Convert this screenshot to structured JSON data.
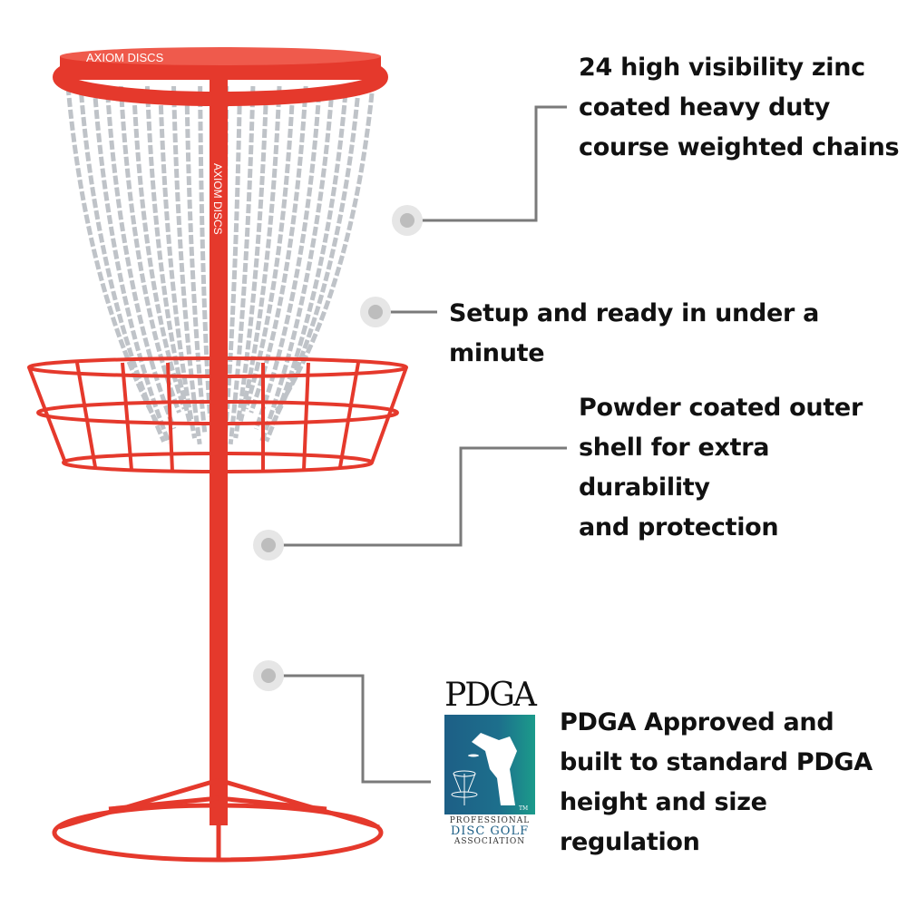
{
  "product": {
    "brand_text": "AXIOM DISCS",
    "colors": {
      "frame": "#e5392c",
      "chain": "#c9ccd0",
      "connector": "#777777",
      "pdga_blue": "#1d5f86",
      "pdga_teal": "#1b9b8b"
    }
  },
  "features": [
    {
      "lines": [
        "24 high visibility zinc",
        "coated heavy duty",
        "course weighted chains"
      ]
    },
    {
      "lines": [
        "Setup and ready in under a minute"
      ]
    },
    {
      "lines": [
        "Powder coated outer",
        "shell for extra durability",
        "and protection"
      ]
    },
    {
      "lines": [
        "PDGA Approved and",
        "built to standard PDGA",
        "height and size regulation"
      ]
    }
  ],
  "pdga_logo": {
    "acronym": "PDGA",
    "line1": "PROFESSIONAL",
    "line2": "DISC GOLF",
    "line3": "ASSOCIATION",
    "tm": "TM"
  }
}
